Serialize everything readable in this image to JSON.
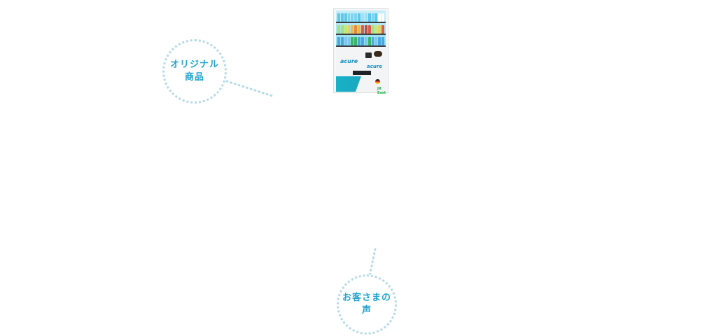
{
  "bubbles": {
    "original": {
      "line1": "オリジナル",
      "line2": "商品"
    },
    "voice": {
      "line1": "お客さまの",
      "line2": "声"
    }
  },
  "machine": {
    "brand": "acure",
    "logo": "JR East"
  },
  "colors": {
    "accent": "#1fa3cf",
    "dotted_border": "#b5d9e8",
    "teal": "#17b3c6"
  }
}
